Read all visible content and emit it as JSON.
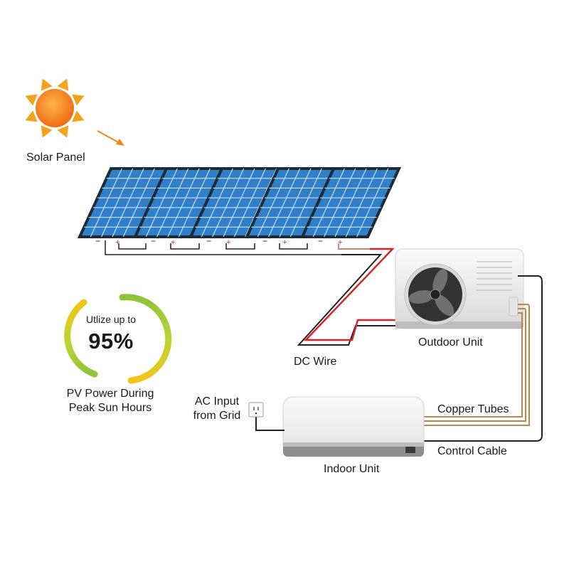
{
  "labels": {
    "solar_panel": "Solar Panel",
    "outdoor_unit": "Outdoor Unit",
    "dc_wire": "DC Wire",
    "ac_input_line1": "AC Input",
    "ac_input_line2": "from Grid",
    "copper_tubes": "Copper Tubes",
    "control_cable": "Control Cable",
    "indoor_unit": "Indoor Unit"
  },
  "efficiency": {
    "top_text": "Utlize up to",
    "value_text": "95%",
    "caption_line1": "PV Power During",
    "caption_line2": "Peak Sun Hours",
    "value": 95
  },
  "terminals": {
    "positive": "+",
    "negative": "−"
  },
  "colors": {
    "sun_core": "#f2841c",
    "sun_rays": "#f7a21c",
    "panel_cell": "#2f7fc9",
    "panel_frame": "#1e2a36",
    "dc_positive": "#d2262b",
    "dc_negative": "#222222",
    "copper": "#b8864b",
    "gauge_green": "#9ecb3a",
    "gauge_yellow": "#f5c518"
  },
  "icons": {
    "sun": "sun-icon",
    "panel": "solar-panel-icon",
    "fan": "fan-icon",
    "outlet": "power-outlet-icon",
    "arrow": "sunlight-arrow-icon"
  },
  "panels": [
    {
      "id": 1
    },
    {
      "id": 2
    },
    {
      "id": 3
    },
    {
      "id": 4
    },
    {
      "id": 5
    }
  ]
}
